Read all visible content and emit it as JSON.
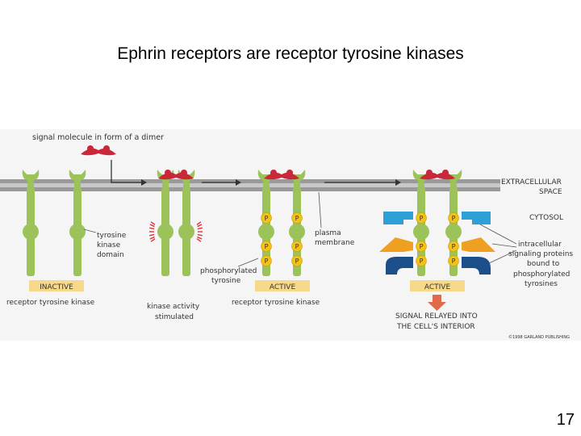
{
  "slide": {
    "title": "Ephrin receptors are receptor tyrosine kinases",
    "page_number": "17"
  },
  "figure": {
    "labels": {
      "signal_molecule": "signal molecule in form of a dimer",
      "extracellular_line1": "EXTRACELLULAR",
      "extracellular_line2": "SPACE",
      "cytosol": "CYTOSOL",
      "tyrosine_kinase_line1": "tyrosine",
      "tyrosine_kinase_line2": "kinase",
      "tyrosine_kinase_line3": "domain",
      "plasma_membrane_line1": "plasma",
      "plasma_membrane_line2": "membrane",
      "phosphorylated_line1": "phosphorylated",
      "phosphorylated_line2": "tyrosine",
      "intracellular_line1": "intracellular",
      "intracellular_line2": "signaling proteins",
      "intracellular_line3": "bound to",
      "intracellular_line4": "phosphorylated",
      "intracellular_line5": "tyrosines",
      "inactive_badge": "INACTIVE",
      "active_badge_1": "ACTIVE",
      "active_badge_2": "ACTIVE",
      "caption_inactive": "receptor tyrosine kinase",
      "caption_kinase_line1": "kinase activity",
      "caption_kinase_line2": "stimulated",
      "caption_active": "receptor tyrosine kinase",
      "signal_relayed_line1": "SIGNAL RELAYED INTO",
      "signal_relayed_line2": "THE CELL'S INTERIOR",
      "copyright": "©1998 GARLAND PUBLISHING",
      "phospho_symbol": "P"
    },
    "colors": {
      "receptor": "#9cc25a",
      "receptor_dark": "#7aa23a",
      "signal": "#c8283a",
      "phospho": "#f2c21a",
      "membrane": "#9a9a9a",
      "badge": "#f6d98a",
      "panel": "#f5f5f5",
      "protein_blue": "#2ea0d8",
      "protein_orange": "#f0a020",
      "protein_navy": "#1c4e8a",
      "arrow_red": "#e06a4a",
      "spark": "#e0303a"
    }
  }
}
